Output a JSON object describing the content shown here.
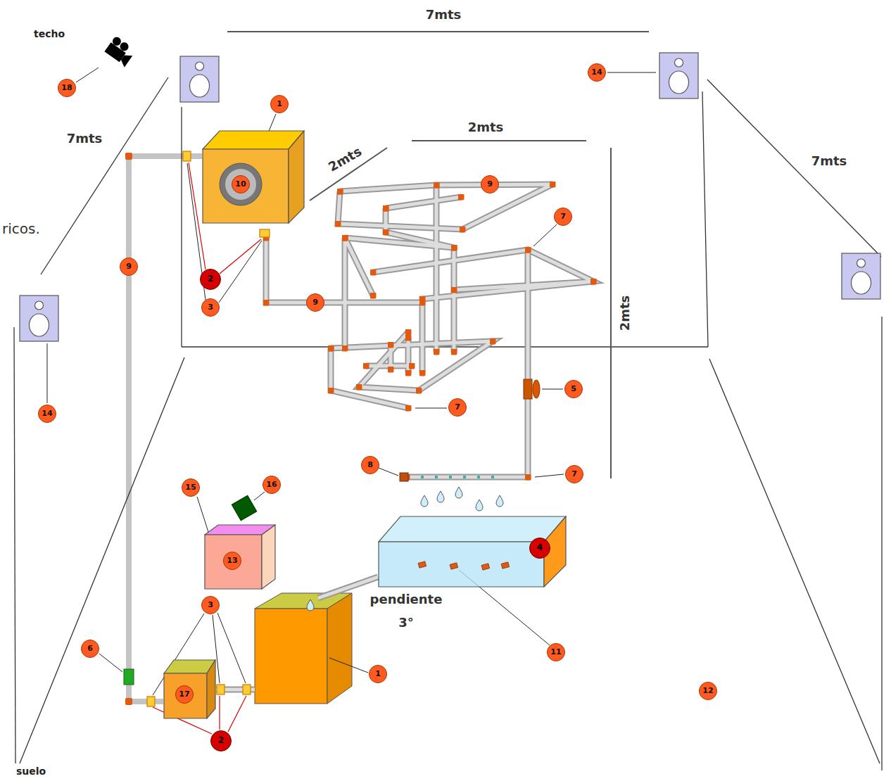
{
  "diagram": {
    "nodes": [
      {
        "text": [
          "10"
        ]
      },
      {
        "text": [
          "13"
        ]
      },
      {
        "text": [
          "17"
        ]
      },
      {
        "text": [
          "4"
        ]
      }
    ],
    "edges": [
      {
        "from": 2,
        "to": 0,
        "arrow": "none"
      }
    ],
    "labels": [
      "techo",
      "18",
      "7mts",
      "7mts",
      "7mts",
      "1",
      "ricos.",
      "2mts",
      "2mts",
      "2",
      "3",
      "9",
      "9",
      "9",
      "7",
      "7",
      "7",
      "5",
      "8",
      "14",
      "14",
      "2mts",
      "15",
      "16",
      "pendiente",
      "3°",
      "11",
      "3",
      "2",
      "6",
      "1",
      "12",
      "suelo"
    ]
  }
}
